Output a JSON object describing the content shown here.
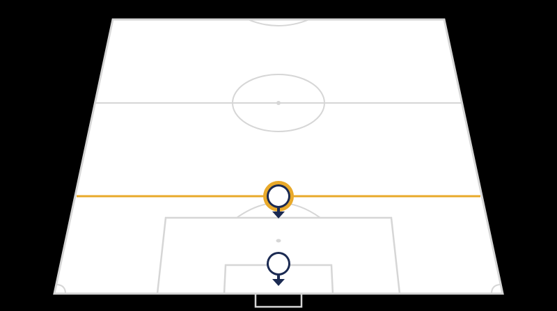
{
  "colors": {
    "background": "#000000",
    "pitch_fill": "#ffffff",
    "pitch_lines": "#d6d6d6",
    "offside_line": "#e8a92a",
    "player_marker": "#1b2a52",
    "selected_ring": "#e8a92a"
  },
  "pitch": {
    "view": "perspective-half-pitch",
    "markings": [
      "touchlines",
      "halfway-line",
      "centre-circle",
      "centre-spot",
      "penalty-area",
      "goal-area",
      "penalty-spot",
      "penalty-arc",
      "corner-arcs",
      "goal"
    ]
  },
  "offside_line": {
    "visible": true,
    "icon": "horizontal-line"
  },
  "players": [
    {
      "id": "player-1",
      "selected": true,
      "direction": "down",
      "icon": "circle-with-arrow-down"
    },
    {
      "id": "player-2",
      "selected": false,
      "direction": "down",
      "icon": "circle-with-arrow-down"
    }
  ]
}
